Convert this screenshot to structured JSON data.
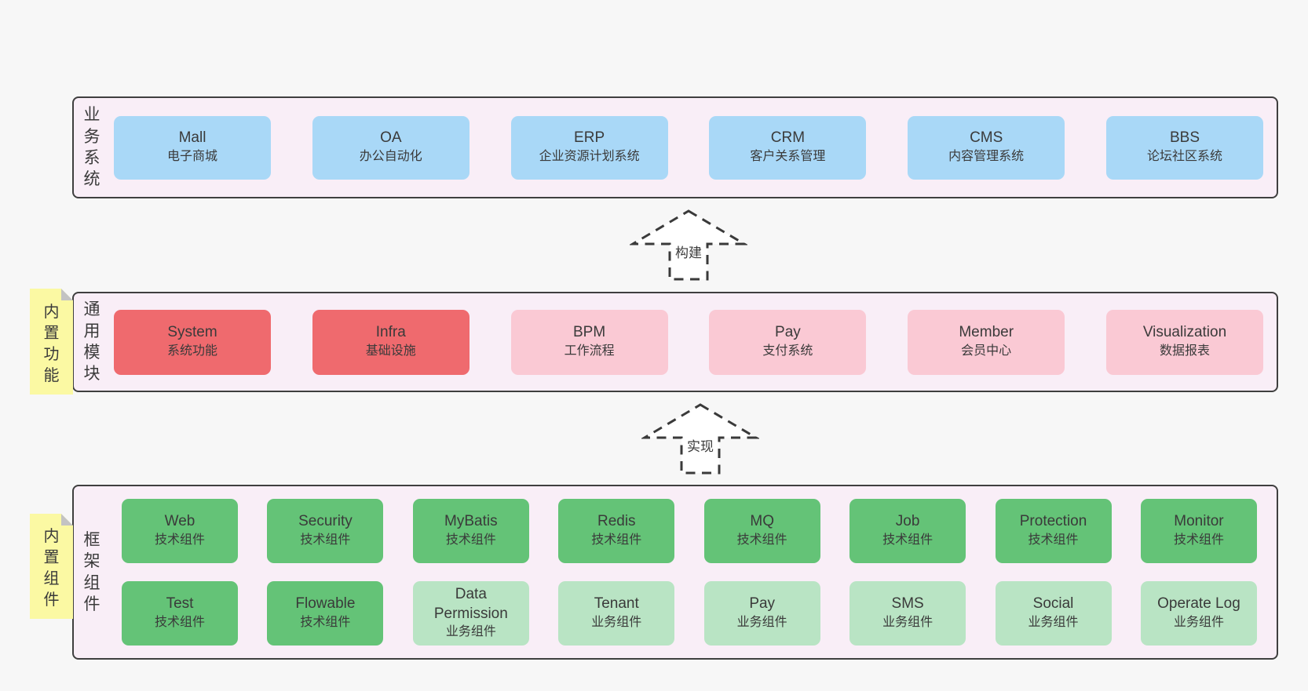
{
  "colors": {
    "background": "#f7f7f7",
    "panel_fill": "#f9eef7",
    "panel_border": "#3f3f3f",
    "box_blue": "#a9d8f7",
    "box_red": "#ef6a6e",
    "box_pink": "#fac9d4",
    "box_green_dark": "#64c377",
    "box_green_light": "#b9e4c4",
    "sticky_yellow": "#fbf9a3",
    "sticky_fold": "#c3c3c3",
    "text": "#3a3a3a"
  },
  "arrows": [
    {
      "label": "构建"
    },
    {
      "label": "实现"
    }
  ],
  "layers": [
    {
      "label": "业务系统",
      "boxes": [
        {
          "en": "Mall",
          "zh": "电子商城"
        },
        {
          "en": "OA",
          "zh": "办公自动化"
        },
        {
          "en": "ERP",
          "zh": "企业资源计划系统"
        },
        {
          "en": "CRM",
          "zh": "客户关系管理"
        },
        {
          "en": "CMS",
          "zh": "内容管理系统"
        },
        {
          "en": "BBS",
          "zh": "论坛社区系统"
        }
      ]
    },
    {
      "label": "通用模块",
      "sticky": "内置功能",
      "boxes": [
        {
          "en": "System",
          "zh": "系统功能"
        },
        {
          "en": "Infra",
          "zh": "基础设施"
        },
        {
          "en": "BPM",
          "zh": "工作流程"
        },
        {
          "en": "Pay",
          "zh": "支付系统"
        },
        {
          "en": "Member",
          "zh": "会员中心"
        },
        {
          "en": "Visualization",
          "zh": "数据报表"
        }
      ]
    },
    {
      "label": "框架组件",
      "sticky": "内置组件",
      "rows": [
        [
          {
            "en": "Web",
            "zh": "技术组件"
          },
          {
            "en": "Security",
            "zh": "技术组件"
          },
          {
            "en": "MyBatis",
            "zh": "技术组件"
          },
          {
            "en": "Redis",
            "zh": "技术组件"
          },
          {
            "en": "MQ",
            "zh": "技术组件"
          },
          {
            "en": "Job",
            "zh": "技术组件"
          },
          {
            "en": "Protection",
            "zh": "技术组件"
          },
          {
            "en": "Monitor",
            "zh": "技术组件"
          }
        ],
        [
          {
            "en": "Test",
            "zh": "技术组件"
          },
          {
            "en": "Flowable",
            "zh": "技术组件"
          },
          {
            "en": "Data Permission",
            "zh": "业务组件"
          },
          {
            "en": "Tenant",
            "zh": "业务组件"
          },
          {
            "en": "Pay",
            "zh": "业务组件"
          },
          {
            "en": "SMS",
            "zh": "业务组件"
          },
          {
            "en": "Social",
            "zh": "业务组件"
          },
          {
            "en": "Operate Log",
            "zh": "业务组件"
          }
        ]
      ]
    }
  ]
}
